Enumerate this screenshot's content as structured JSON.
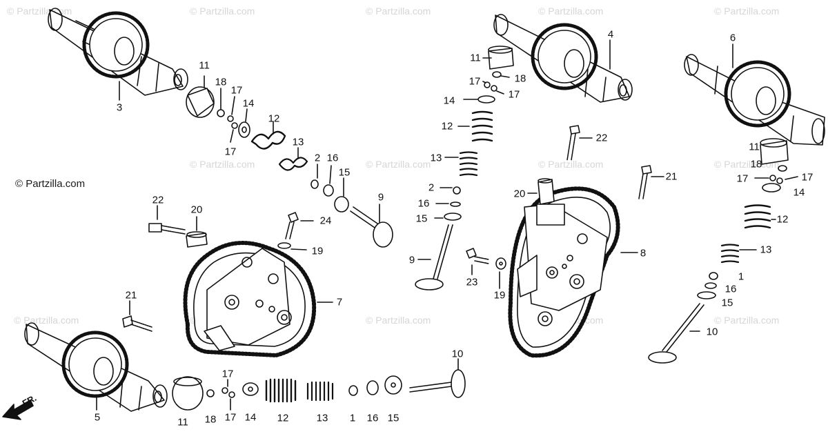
{
  "watermark": {
    "text": "© Partzilla.com",
    "prominent_text": "© Partzilla.com"
  },
  "direction_label": "FR.",
  "callouts": [
    {
      "id": "c3",
      "text": "3"
    },
    {
      "id": "c11a",
      "text": "11"
    },
    {
      "id": "c18a",
      "text": "18"
    },
    {
      "id": "c17a",
      "text": "17"
    },
    {
      "id": "c14a",
      "text": "14"
    },
    {
      "id": "c17b",
      "text": "17"
    },
    {
      "id": "c12a",
      "text": "12"
    },
    {
      "id": "c13a",
      "text": "13"
    },
    {
      "id": "c2a",
      "text": "2"
    },
    {
      "id": "c16a",
      "text": "16"
    },
    {
      "id": "c15a",
      "text": "15"
    },
    {
      "id": "c9a",
      "text": "9"
    },
    {
      "id": "c22a",
      "text": "22"
    },
    {
      "id": "c20a",
      "text": "20"
    },
    {
      "id": "c24",
      "text": "24"
    },
    {
      "id": "c19a",
      "text": "19"
    },
    {
      "id": "c7",
      "text": "7"
    },
    {
      "id": "c21a",
      "text": "21"
    },
    {
      "id": "c5",
      "text": "5"
    },
    {
      "id": "c11b",
      "text": "11"
    },
    {
      "id": "c18b",
      "text": "18"
    },
    {
      "id": "c17c",
      "text": "17"
    },
    {
      "id": "c17d",
      "text": "17"
    },
    {
      "id": "c14b",
      "text": "14"
    },
    {
      "id": "c12b",
      "text": "12"
    },
    {
      "id": "c13b",
      "text": "13"
    },
    {
      "id": "c1a",
      "text": "1"
    },
    {
      "id": "c16b",
      "text": "16"
    },
    {
      "id": "c15b",
      "text": "15"
    },
    {
      "id": "c10a",
      "text": "10"
    },
    {
      "id": "c4",
      "text": "4"
    },
    {
      "id": "c11c",
      "text": "11"
    },
    {
      "id": "c18c",
      "text": "18"
    },
    {
      "id": "c17e",
      "text": "17"
    },
    {
      "id": "c17f",
      "text": "17"
    },
    {
      "id": "c14c",
      "text": "14"
    },
    {
      "id": "c12c",
      "text": "12"
    },
    {
      "id": "c13c",
      "text": "13"
    },
    {
      "id": "c2b",
      "text": "2"
    },
    {
      "id": "c16c",
      "text": "16"
    },
    {
      "id": "c15c",
      "text": "15"
    },
    {
      "id": "c9b",
      "text": "9"
    },
    {
      "id": "c22b",
      "text": "22"
    },
    {
      "id": "c20b",
      "text": "20"
    },
    {
      "id": "c21b",
      "text": "21"
    },
    {
      "id": "c8",
      "text": "8"
    },
    {
      "id": "c23",
      "text": "23"
    },
    {
      "id": "c19b",
      "text": "19"
    },
    {
      "id": "c6",
      "text": "6"
    },
    {
      "id": "c11d",
      "text": "11"
    },
    {
      "id": "c18d",
      "text": "18"
    },
    {
      "id": "c17g",
      "text": "17"
    },
    {
      "id": "c17h",
      "text": "17"
    },
    {
      "id": "c14d",
      "text": "14"
    },
    {
      "id": "c12d",
      "text": "12"
    },
    {
      "id": "c13d",
      "text": "13"
    },
    {
      "id": "c1b",
      "text": "1"
    },
    {
      "id": "c16d",
      "text": "16"
    },
    {
      "id": "c15d",
      "text": "15"
    },
    {
      "id": "c10b",
      "text": "10"
    }
  ],
  "colors": {
    "ink": "#111111",
    "watermark": "#d6d6d6",
    "paper": "#ffffff"
  }
}
